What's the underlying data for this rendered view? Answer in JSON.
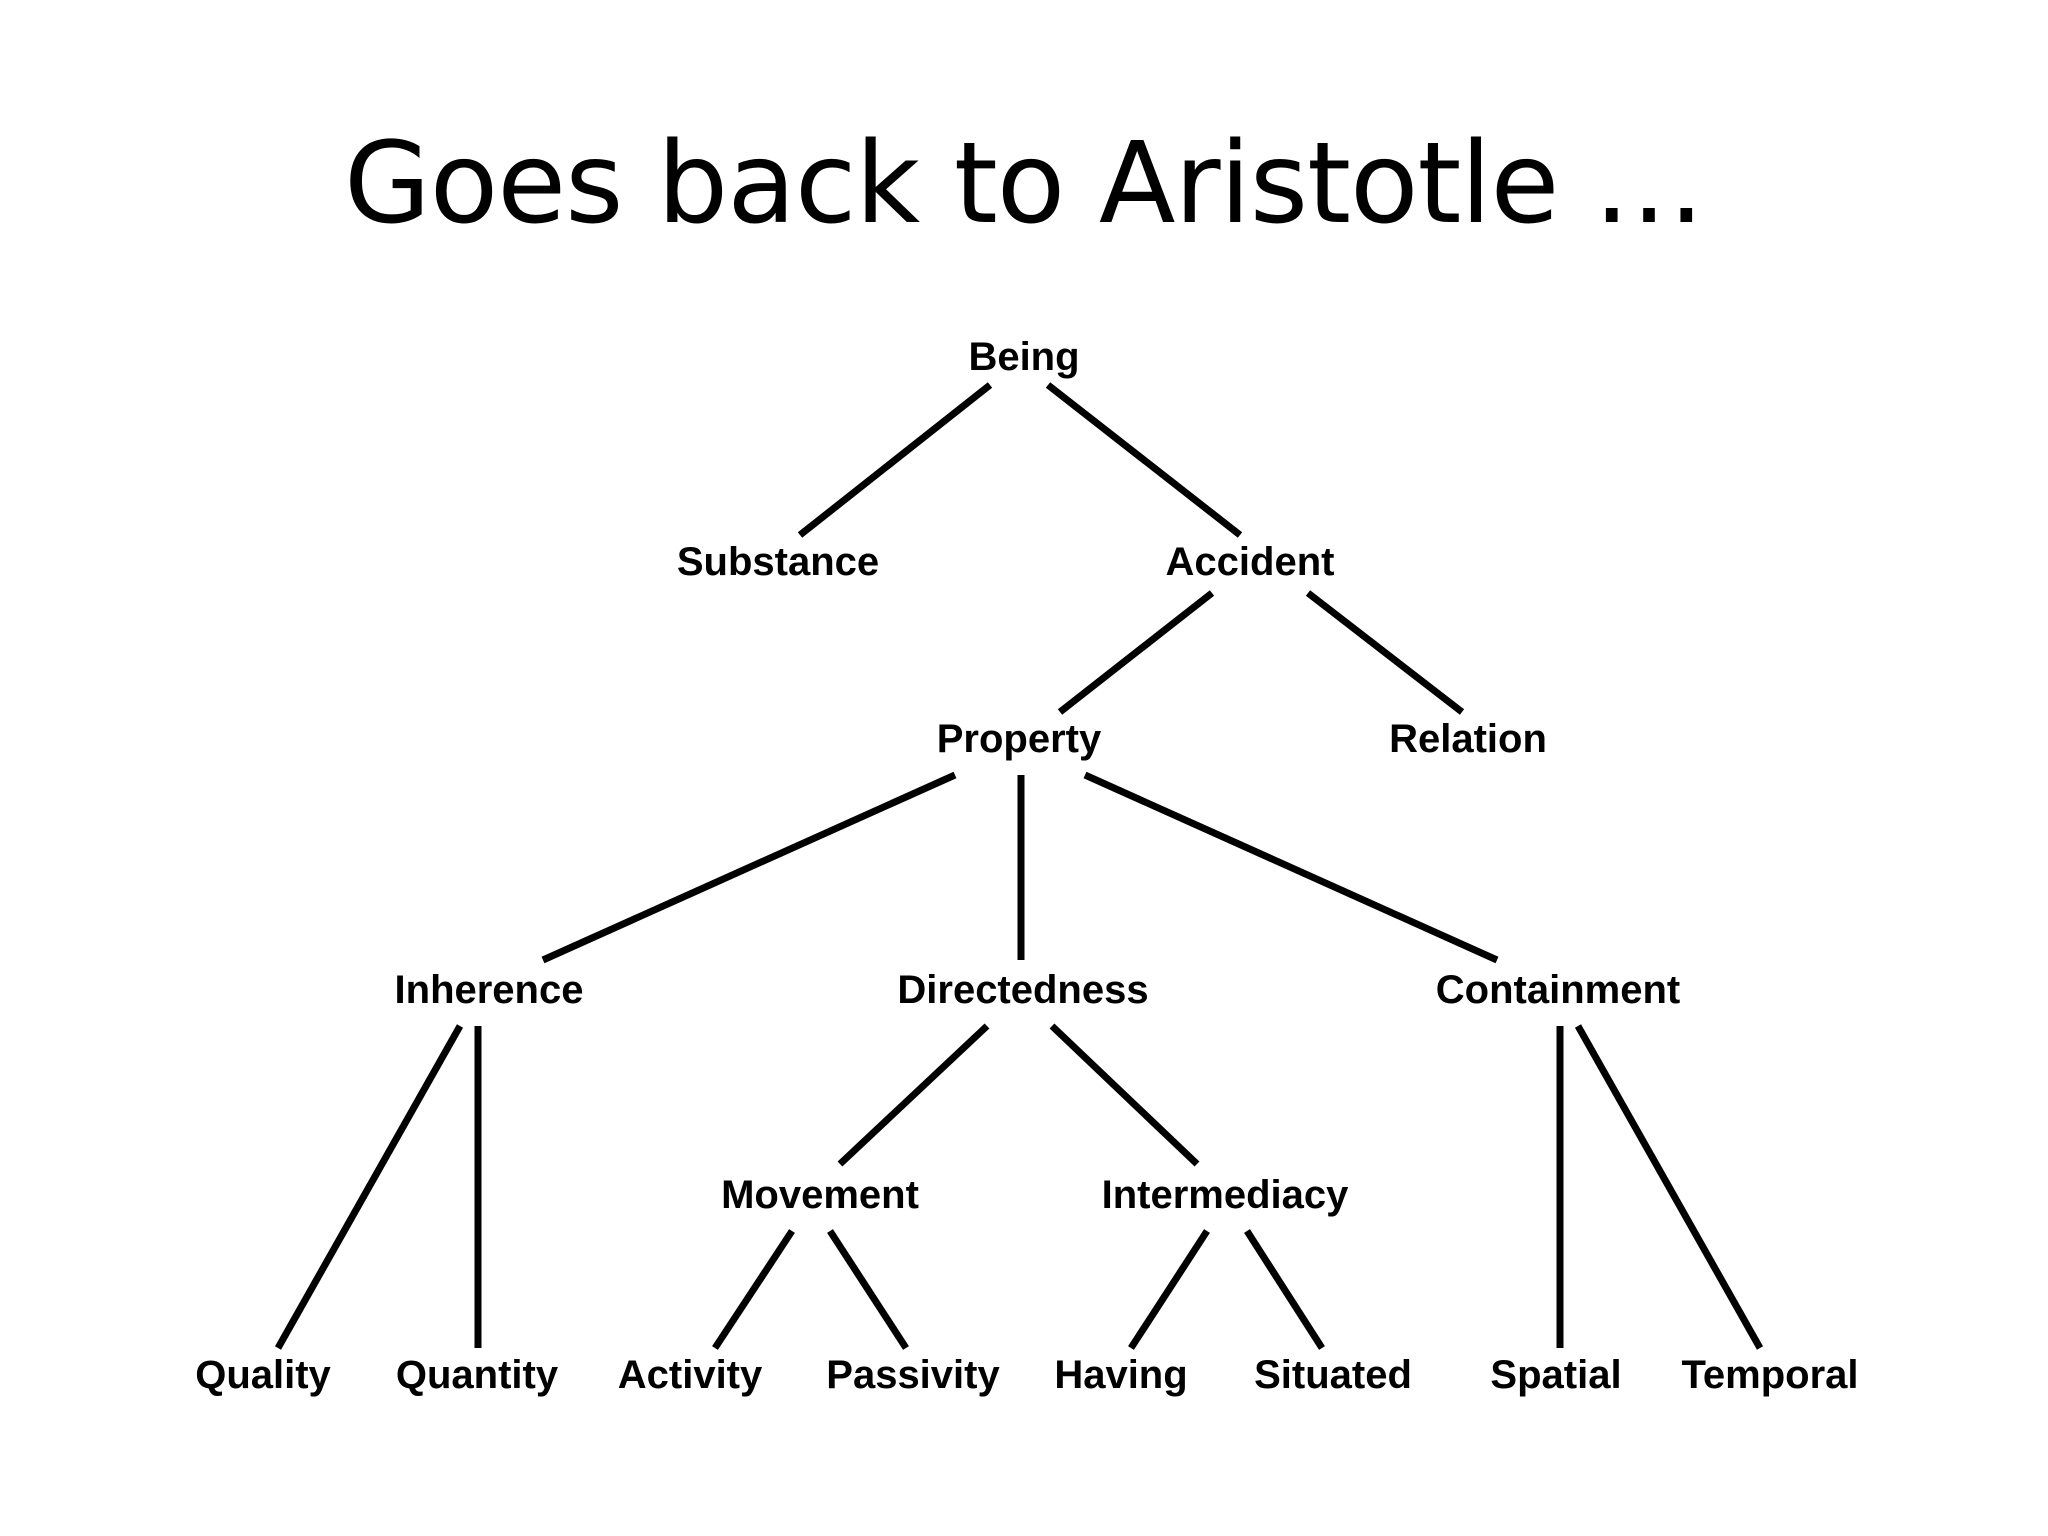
{
  "slide": {
    "title": "Goes back to Aristotle …"
  },
  "tree": {
    "nodes": {
      "being": "Being",
      "substance": "Substance",
      "accident": "Accident",
      "property": "Property",
      "relation": "Relation",
      "inherence": "Inherence",
      "directedness": "Directedness",
      "containment": "Containment",
      "movement": "Movement",
      "intermediacy": "Intermediacy",
      "quality": "Quality",
      "quantity": "Quantity",
      "activity": "Activity",
      "passivity": "Passivity",
      "having": "Having",
      "situated": "Situated",
      "spatial": "Spatial",
      "temporal": "Temporal"
    },
    "edges": [
      [
        "being",
        "substance"
      ],
      [
        "being",
        "accident"
      ],
      [
        "accident",
        "property"
      ],
      [
        "accident",
        "relation"
      ],
      [
        "property",
        "inherence"
      ],
      [
        "property",
        "directedness"
      ],
      [
        "property",
        "containment"
      ],
      [
        "inherence",
        "quality"
      ],
      [
        "inherence",
        "quantity"
      ],
      [
        "directedness",
        "movement"
      ],
      [
        "directedness",
        "intermediacy"
      ],
      [
        "movement",
        "activity"
      ],
      [
        "movement",
        "passivity"
      ],
      [
        "intermediacy",
        "having"
      ],
      [
        "intermediacy",
        "situated"
      ],
      [
        "containment",
        "spatial"
      ],
      [
        "containment",
        "temporal"
      ]
    ]
  }
}
